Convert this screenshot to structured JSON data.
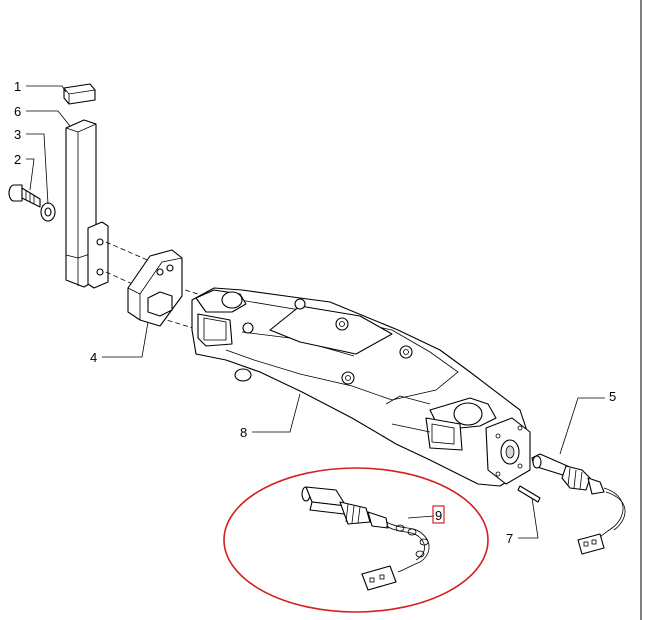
{
  "callouts": [
    {
      "id": "label-1",
      "text": "1"
    },
    {
      "id": "label-6",
      "text": "6"
    },
    {
      "id": "label-3",
      "text": "3"
    },
    {
      "id": "label-2",
      "text": "2"
    },
    {
      "id": "label-4",
      "text": "4"
    },
    {
      "id": "label-8",
      "text": "8"
    },
    {
      "id": "label-5",
      "text": "5"
    },
    {
      "id": "label-7",
      "text": "7"
    },
    {
      "id": "label-9",
      "text": "9"
    }
  ],
  "colors": {
    "highlight": "#d42020",
    "line": "#000000"
  }
}
